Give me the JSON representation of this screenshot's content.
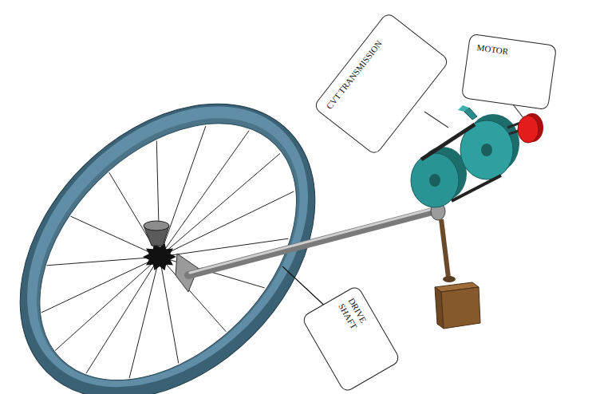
{
  "diagram": {
    "nodes": [
      {
        "text": [
          "CVT TRANSMISSION"
        ]
      },
      {
        "text": [
          "MOTOR"
        ]
      },
      {
        "text": [
          "DRIVE SHAFT"
        ]
      }
    ]
  }
}
